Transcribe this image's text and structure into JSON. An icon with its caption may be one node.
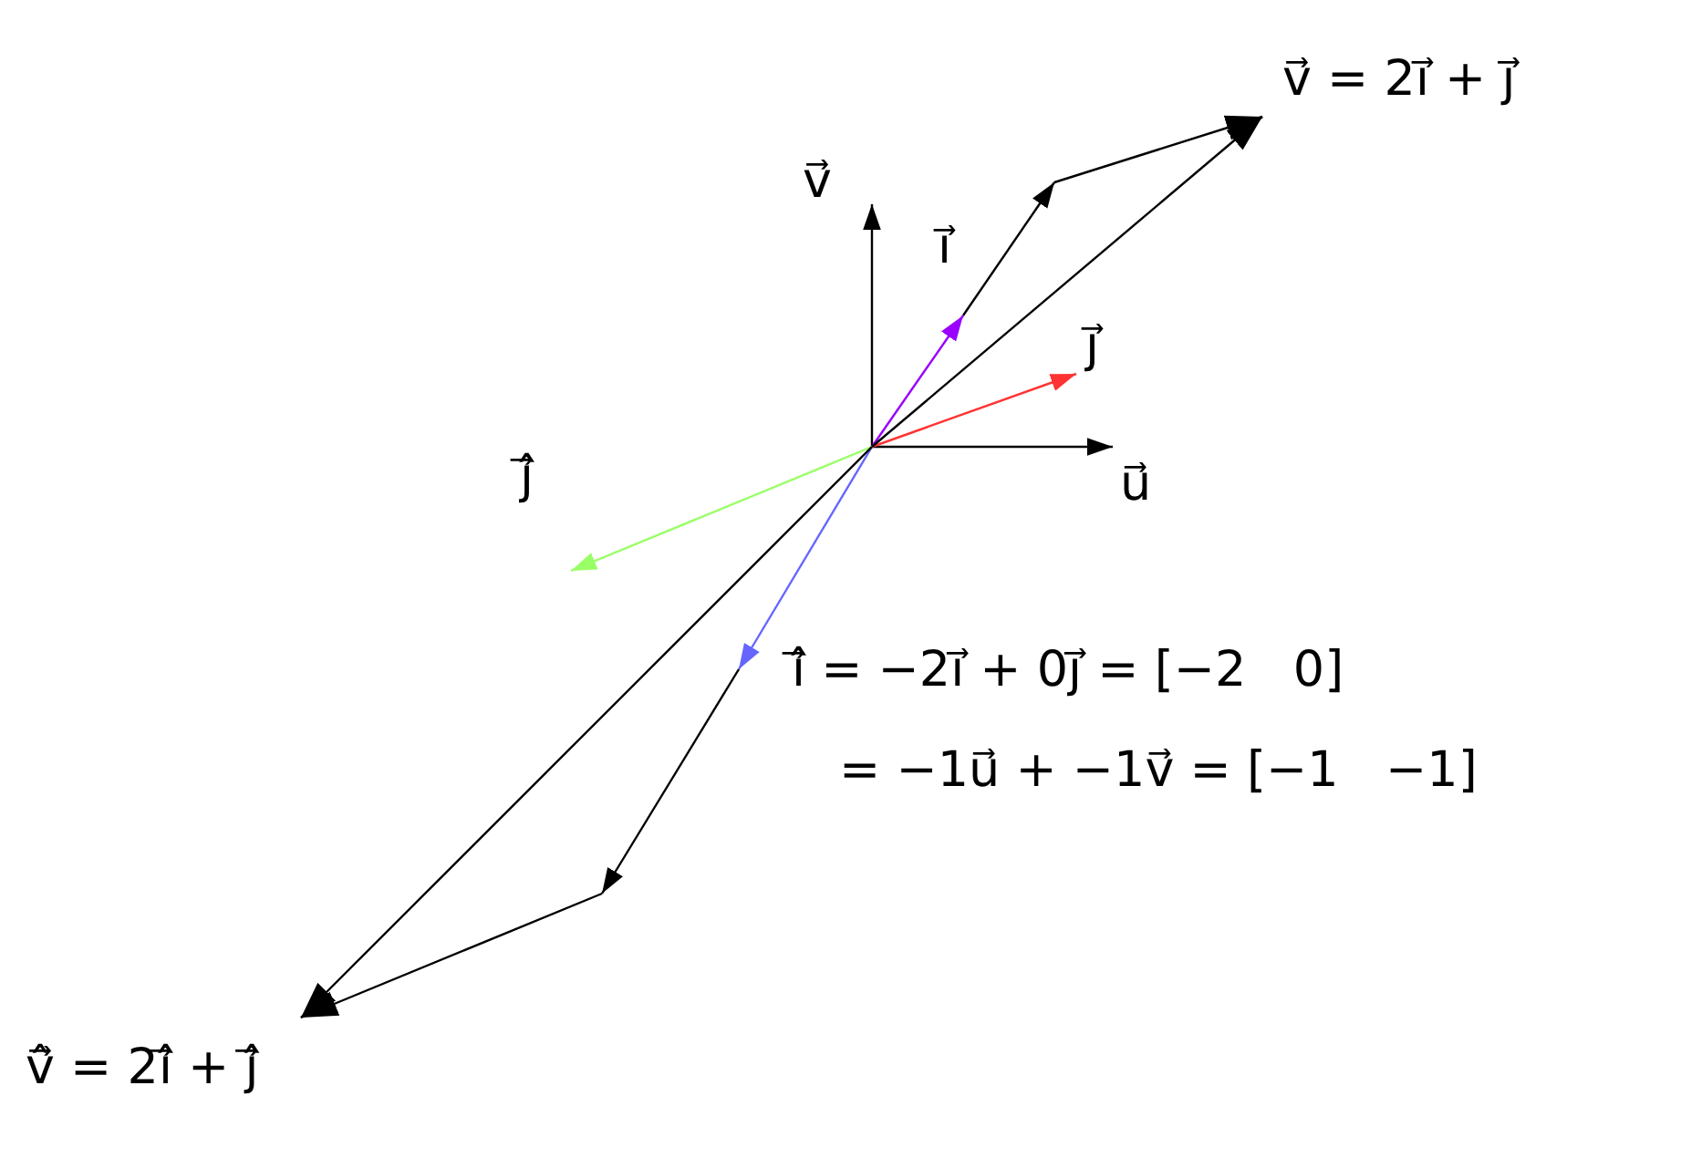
{
  "diagram": {
    "labels": [
      "v⃗ = 2i⃗ + j⃗",
      "v⃗",
      "i⃗",
      "j⃗",
      "ĵ⃗",
      "u⃗",
      "î⃗ = −2i⃗ + 0j⃗ = [−2   0]",
      "= −1u⃗ + −1v⃗ = [−1   −1]",
      "v̂⃗ = 2î⃗ + ĵ⃗"
    ]
  }
}
